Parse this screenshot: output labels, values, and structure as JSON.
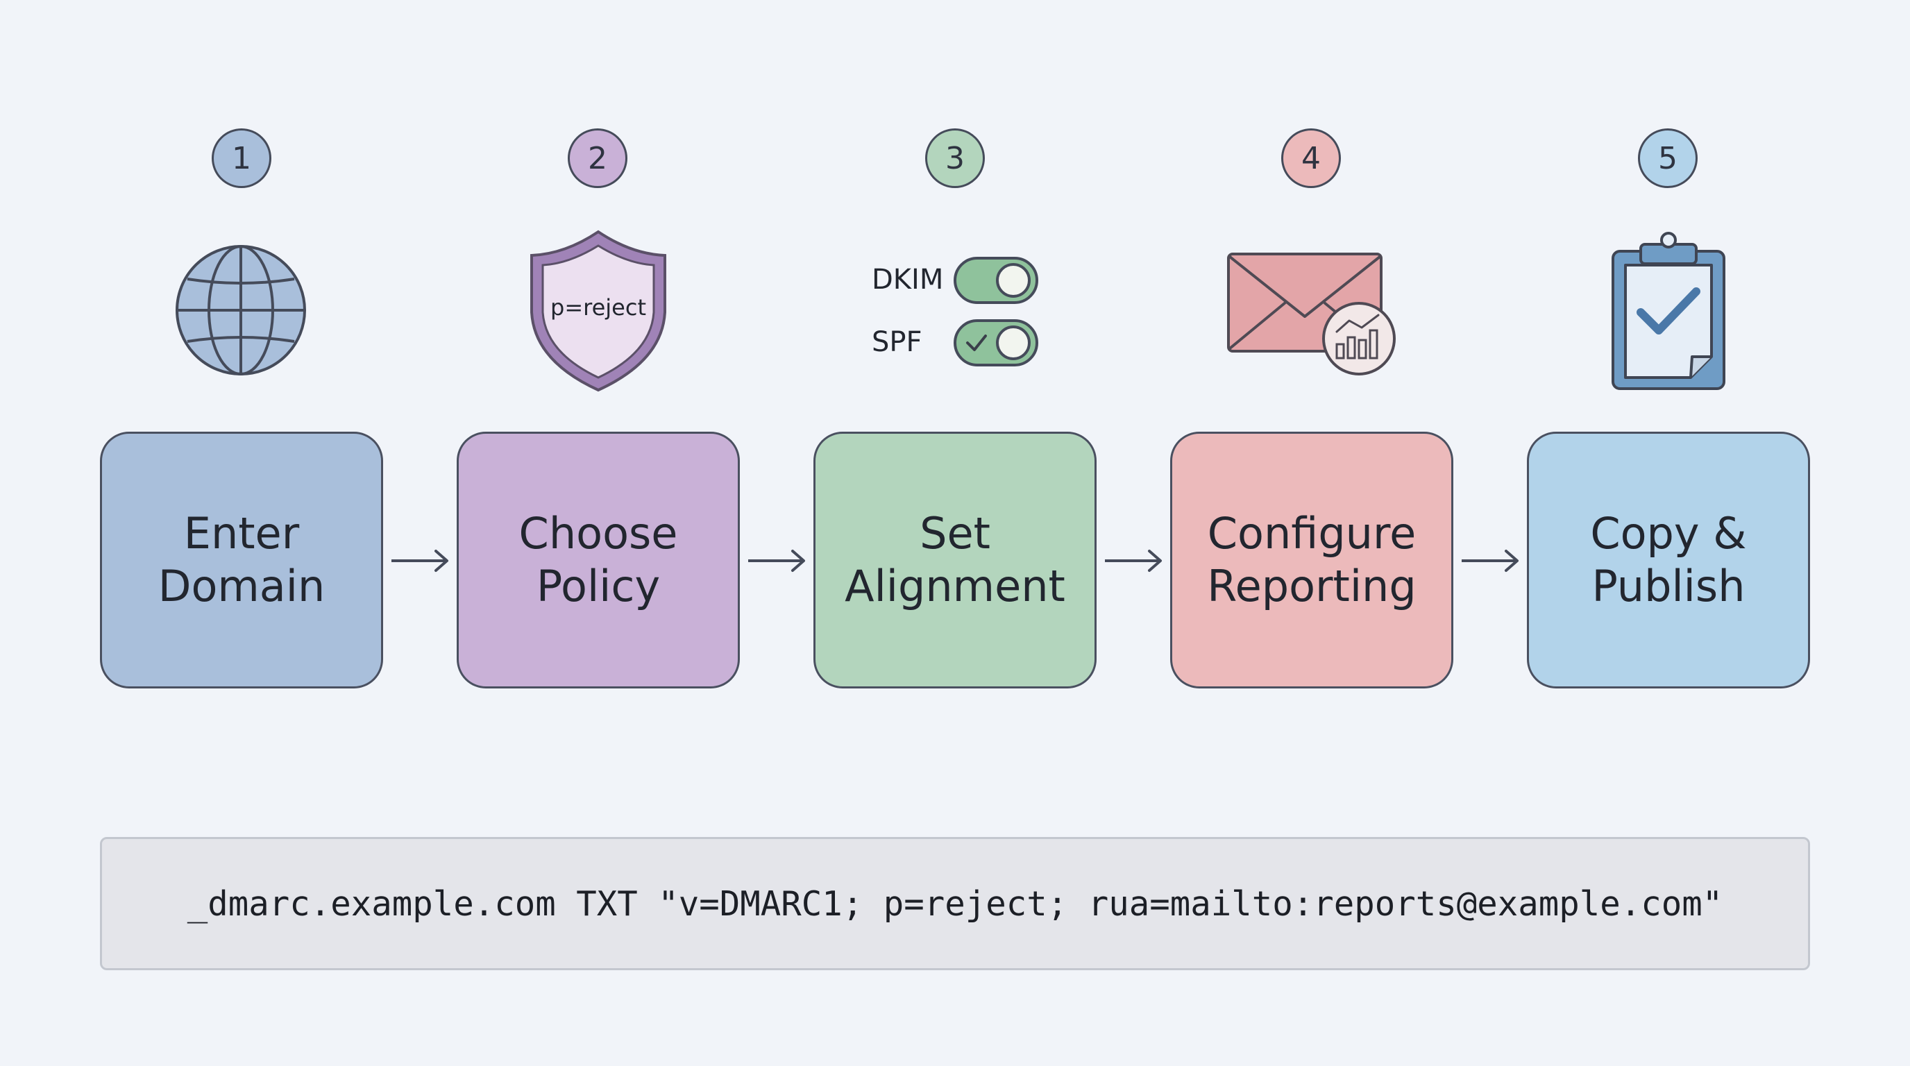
{
  "colors": {
    "background": "#f1f4f9",
    "step1": "#a9bfdb",
    "step2": "#c9b1d7",
    "step3": "#b3d5bd",
    "step4": "#ecbabb",
    "step5": "#b2d3ea"
  },
  "steps": [
    {
      "number": "1",
      "label": "Enter\nDomain",
      "icon": "globe-icon"
    },
    {
      "number": "2",
      "label": "Choose\nPolicy",
      "icon": "shield-icon",
      "icon_text": "p=reject"
    },
    {
      "number": "3",
      "label": "Set\nAlignment",
      "icon": "toggle-icon"
    },
    {
      "number": "4",
      "label": "Configure\nReporting",
      "icon": "envelope-chart-icon"
    },
    {
      "number": "5",
      "label": "Copy &\nPublish",
      "icon": "clipboard-check-icon"
    }
  ],
  "alignment": {
    "dkim_label": "DKIM",
    "spf_label": "SPF",
    "dkim_on": true,
    "spf_on": true
  },
  "record": {
    "text": "_dmarc.example.com TXT \"v=DMARC1; p=reject; rua=mailto:reports@example.com\""
  }
}
